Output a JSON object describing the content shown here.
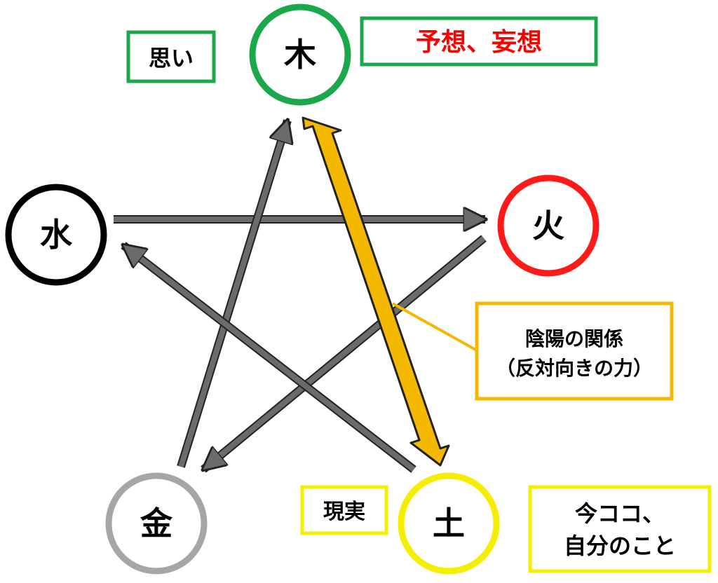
{
  "elements": {
    "wood": "木",
    "fire": "火",
    "earth": "土",
    "metal": "金",
    "water": "水"
  },
  "labels": {
    "thought": "思い",
    "prediction": "予想、妄想",
    "reality": "現実",
    "now_line1": "今ココ、",
    "now_line2": "自分のこと",
    "yinyang_line1": "陰陽の関係",
    "yinyang_line2": "（反対向きの力）"
  },
  "colors": {
    "wood": "#1aa84a",
    "fire": "#ff1a1a",
    "earth": "#f5ee00",
    "metal": "#a6a6a6",
    "water": "#000000",
    "yinyang": "#f5b800",
    "arrow": "#6b6b6b",
    "prediction_text": "#ff0000"
  }
}
